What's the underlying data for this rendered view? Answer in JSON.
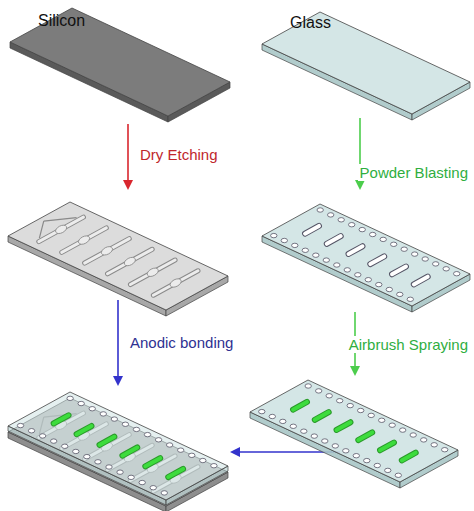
{
  "diagram": {
    "labels": [
      "Silicon",
      "Glass",
      "Dry Etching",
      "Powder Blasting",
      "Anodic bonding",
      "Airbrush Spraying"
    ]
  }
}
